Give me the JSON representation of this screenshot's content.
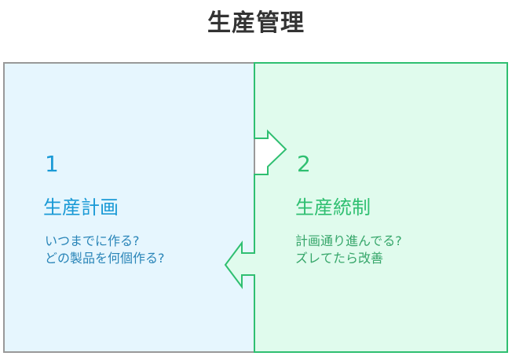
{
  "title": "生産管理",
  "stages": [
    {
      "number": "1",
      "heading": "生産計画",
      "lines": [
        "いつまでに作る?",
        "どの製品を何個作る?"
      ],
      "color": "#1a9ad6",
      "fill": "#e6f6fe"
    },
    {
      "number": "2",
      "heading": "生産統制",
      "lines": [
        "計画通り進んでる?",
        "ズレてたら改善"
      ],
      "color": "#2fbf71",
      "fill": "#e0fbed"
    }
  ],
  "arrows": [
    {
      "from": "生産計画",
      "to": "生産統制",
      "direction": "right"
    },
    {
      "from": "生産統制",
      "to": "生産計画",
      "direction": "left"
    }
  ]
}
